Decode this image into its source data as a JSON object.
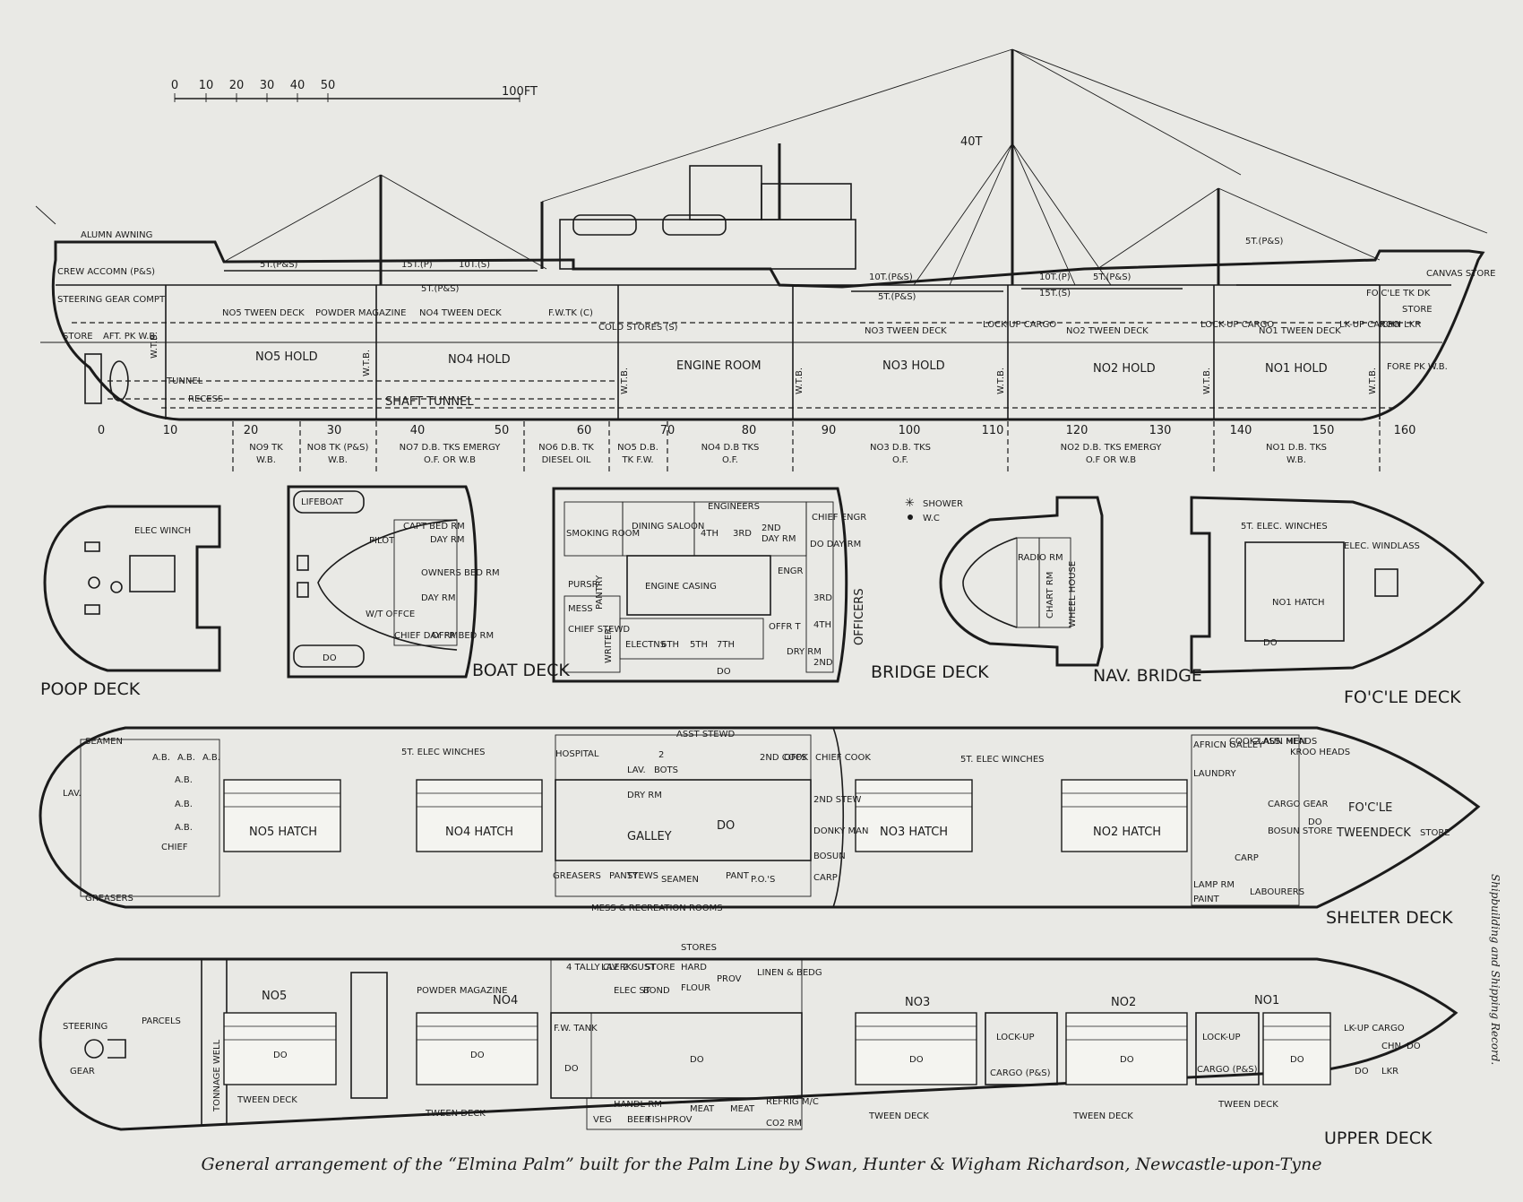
{
  "scale": {
    "ticks": [
      "0",
      "10",
      "20",
      "30",
      "40",
      "50"
    ],
    "end_label": "100FT"
  },
  "profile": {
    "derricks": [
      "5T.(P&S)",
      "15T.(P)",
      "10T.(S)",
      "5T.(P&S)",
      "40T",
      "10T.(P&S)",
      "5T.(P&S)",
      "10T.(P)",
      "5T.(P&S)",
      "15T.(S)",
      "5T.(P&S)"
    ],
    "awning": "ALUMN AWNING",
    "aft_spaces": [
      "CREW ACCOMN (P&S)",
      "STEERING GEAR COMPT",
      "STORE",
      "AFT. PK W.B."
    ],
    "holds": [
      "NO5 TWEEN DECK",
      "POWDER MAGAZINE",
      "NO4 TWEEN DECK",
      "F.W.TK (C)",
      "COLD STORES (S)",
      "NO3 TWEEN DECK",
      "LOCK-UP CARGO",
      "NO2 TWEEN DECK",
      "LOCK-UP CARGO",
      "NO1 TWEEN DECK",
      "LK-UP CARGO",
      "CHN LKR",
      "FO'C'LE TK DK",
      "CANVAS STORE",
      "STORE"
    ],
    "lower": [
      "NO5 HOLD",
      "NO4 HOLD",
      "ENGINE ROOM",
      "NO3 HOLD",
      "NO2 HOLD",
      "NO1 HOLD",
      "FORE PK W.B.",
      "TUNNEL",
      "RECESS",
      "SHAFT TUNNEL"
    ],
    "bulkheads": [
      "W.T.B.",
      "W.T.B.",
      "W.T.B.",
      "W.T.B.",
      "W.T.B.",
      "W.T.B.",
      "W.T.B."
    ],
    "frames": [
      "0",
      "10",
      "20",
      "30",
      "40",
      "50",
      "60",
      "70",
      "80",
      "90",
      "100",
      "110",
      "120",
      "130",
      "140",
      "150",
      "160"
    ],
    "tanks": [
      [
        "NO9 TK",
        "W.B."
      ],
      [
        "NO8 TK (P&S)",
        "W.B."
      ],
      [
        "NO7 D.B. TKS EMERGY",
        "O.F. OR W.B"
      ],
      [
        "NO6 D.B. TK",
        "DIESEL OIL"
      ],
      [
        "NO5 D.B.",
        "TK F.W."
      ],
      [
        "NO4 D.B TKS",
        "O.F."
      ],
      [
        "NO3 D.B. TKS",
        "O.F."
      ],
      [
        "NO2 D.B. TKS EMERGY",
        "O.F OR W.B"
      ],
      [
        "NO1 D.B. TKS",
        "W.B."
      ]
    ]
  },
  "poop_deck": {
    "title": "POOP DECK",
    "items": [
      "ELEC WINCH"
    ]
  },
  "boat_deck": {
    "title": "BOAT DECK",
    "items": [
      "LIFEBOAT",
      "CAPT BED RM",
      "DAY RM",
      "PILOT",
      "OWNERS BED RM",
      "DAY RM",
      "W/T OFFCE",
      "CHIEF DAY RM",
      "OFFR BED RM",
      "DO"
    ]
  },
  "bridge_deck": {
    "title": "BRIDGE DECK",
    "side": "OFFICERS",
    "items": [
      "SMOKING ROOM",
      "DINING SALOON",
      "ENGINEERS",
      "CHIEF ENGR",
      "DO DAY RM",
      "ENGINE CASING",
      "PURSR",
      "MESS",
      "PANTRY",
      "CHIEF STEWD",
      "WRITER",
      "ELECTNS",
      "6TH",
      "5TH",
      "7TH",
      "OFFR T",
      "DRY RM",
      "3RD",
      "4TH",
      "2ND",
      "4TH",
      "3RD",
      "2ND",
      "DAY RM",
      "ENGR",
      "DO"
    ]
  },
  "legend": [
    "SHOWER",
    "W.C"
  ],
  "nav_bridge": {
    "title": "NAV. BRIDGE",
    "items": [
      "RADIO RM",
      "CHART RM",
      "WHEEL HOUSE"
    ]
  },
  "focle_deck": {
    "title": "FO'C'LE DECK",
    "items": [
      "5T. ELEC. WINCHES",
      "ELEC. WINDLASS",
      "NO1 HATCH",
      "DO"
    ]
  },
  "shelter_deck": {
    "title": "SHELTER DECK",
    "labels": [
      "SEAMEN",
      "GREASERS",
      "A.B.",
      "A.B.",
      "A.B.",
      "A.B.",
      "A.B.",
      "A.B.",
      "LAV.",
      "CHIEF",
      "NO5 HATCH",
      "NO4 HATCH",
      "5T. ELEC WINCHES",
      "HOSPITAL",
      "ASST STEWD",
      "LAV.",
      "BOTS",
      "2",
      "2ND COOK",
      "OFFS",
      "CHIEF COOK",
      "2ND STEW",
      "DONKY MAN",
      "BOSUN",
      "CARP",
      "GALLEY",
      "DRY RM",
      "DO",
      "GREASERS",
      "PANTY",
      "STEWS",
      "SEAMEN",
      "PANT",
      "P.O.'S",
      "MESS & RECREATION ROOMS",
      "5T. ELEC WINCHES",
      "NO3 HATCH",
      "NO2 HATCH",
      "AFRICN GALLEY",
      "COOK LAUN MEN",
      "2 ASS. HEADS",
      "KROO HEADS",
      "LAUNDRY",
      "CARGO GEAR",
      "BOSUN STORE",
      "CARP",
      "LAMP RM",
      "PAINT",
      "LABOURERS",
      "FO'C'LE",
      "TWEENDECK",
      "STORE",
      "DO"
    ]
  },
  "upper_deck": {
    "title": "UPPER DECK",
    "labels": [
      "STEERING",
      "GEAR",
      "PARCELS",
      "TONNAGE WELL",
      "NO5",
      "TWEEN DECK",
      "POWDER MAGAZINE",
      "NO4",
      "TWEEN DECK",
      "STORES",
      "4 TALLY CLERKS",
      "LAV",
      "2 CUST",
      "ELEC ST",
      "BOND",
      "STORE",
      "HARD",
      "FLOUR",
      "PROV",
      "LINEN & BEDG",
      "F.W. TANK",
      "DO",
      "HANDL RM",
      "VEG",
      "BEER",
      "FISH",
      "PROV",
      "MEAT",
      "MEAT",
      "REFRIG M/C",
      "CO2 RM",
      "NO3",
      "TWEEN DECK",
      "LOCK-UP",
      "CARGO (P&S)",
      "NO2",
      "TWEEN DECK",
      "NO1",
      "LOCK-UP",
      "CARGO (P&S)",
      "TWEEN DECK",
      "LK-UP CARGO",
      "CHN",
      "LKR",
      "DO",
      "DO",
      "DO",
      "DO",
      "DO",
      "DO",
      "DO",
      "DO"
    ]
  },
  "caption": "General arrangement of the “Elmina Palm” built for the Palm Line by Swan, Hunter & Wigham Richardson, Newcastle-upon-Tyne",
  "side_credit": "Shipbuilding and Shipping Record."
}
